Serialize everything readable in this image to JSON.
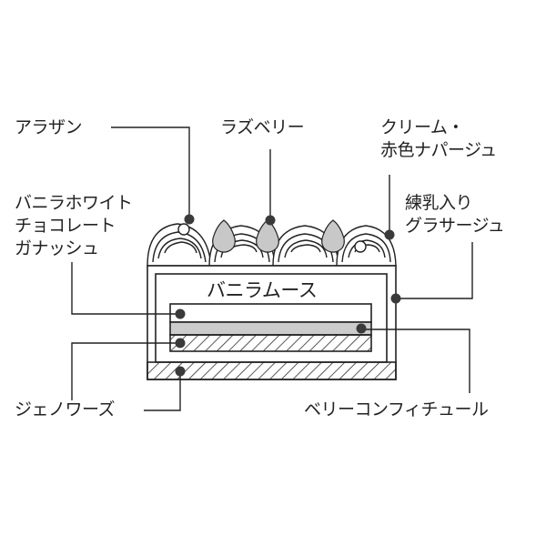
{
  "labels": {
    "arazan": "アラザン",
    "raspberry": "ラズベリー",
    "cream_line1": "クリーム・",
    "cream_line2": "赤色ナパージュ",
    "ganache_line1": "バニラホワイト",
    "ganache_line2": "チョコレート",
    "ganache_line3": "ガナッシュ",
    "glacage_line1": "練乳入り",
    "glacage_line2": "グラサージュ",
    "mousse": "バニラムース",
    "genoise": "ジェノワーズ",
    "confiture": "ベリーコンフィチュール"
  },
  "colors": {
    "line": "#222222",
    "dot": "#3a3a3a",
    "raspberry": "#c8c8c8",
    "confiture": "#cccccc"
  }
}
